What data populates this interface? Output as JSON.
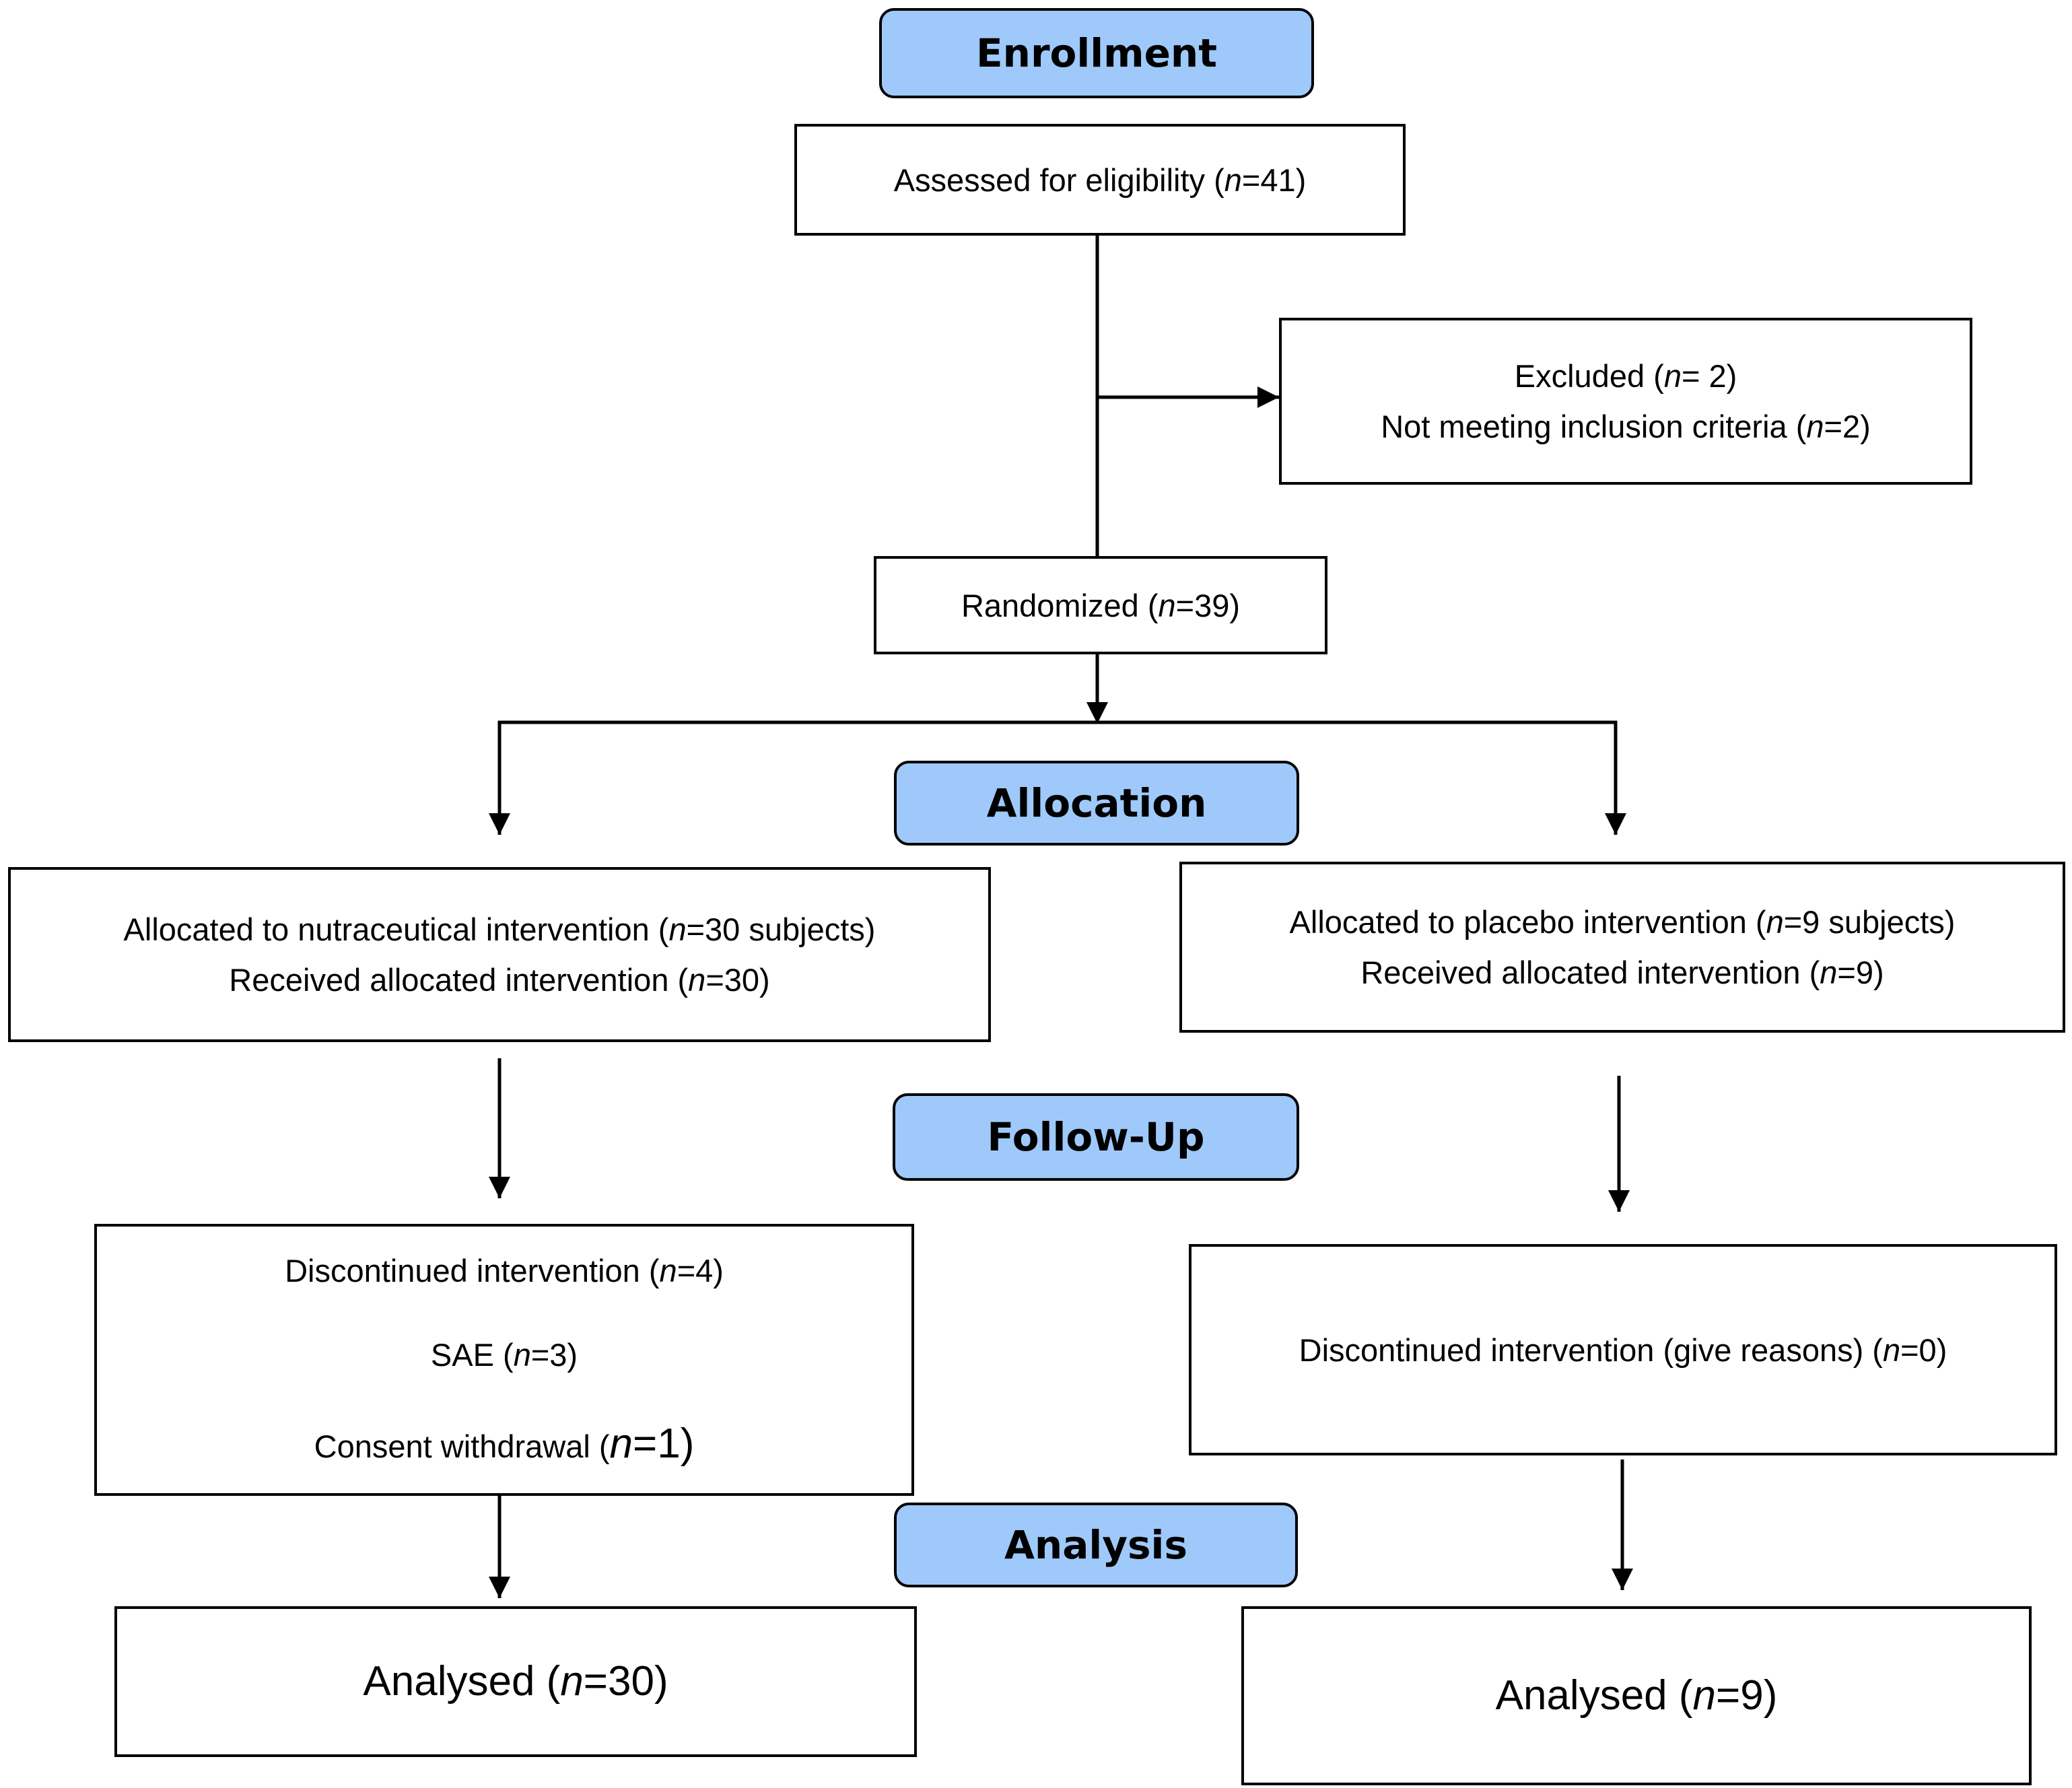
{
  "headers": {
    "enrollment": "Enrollment",
    "allocation": "Allocation",
    "follow_up": "Follow-Up",
    "analysis": "Analysis"
  },
  "assessed": {
    "label": "Assessed for eligibility (",
    "n": "n",
    "value": "=41)"
  },
  "excluded": {
    "line1": {
      "label": "Excluded  (",
      "n": "n",
      "value": "= 2)"
    },
    "line2": {
      "label": "Not meeting inclusion criteria (",
      "n": "n",
      "value": "=2)"
    }
  },
  "randomized": {
    "label": "Randomized (",
    "n": "n",
    "value": "=39)"
  },
  "nutraceutical_arm": {
    "allocated": {
      "label": "Allocated to nutraceutical intervention  (",
      "n": "n",
      "value": "=30 subjects)"
    },
    "received": {
      "label": "Received allocated intervention  (",
      "n": "n",
      "value": "=30)"
    },
    "discontinued": {
      "label": "Discontinued intervention  (",
      "n": "n",
      "value": "=4)"
    },
    "sae": {
      "label": "SAE (",
      "n": "n",
      "value": "=3)"
    },
    "consent": {
      "label": "Consent withdrawal  (",
      "n": "n",
      "value": "=1)"
    },
    "analysed": {
      "label": "Analysed  (",
      "n": "n",
      "value": "=30)"
    }
  },
  "placebo_arm": {
    "allocated": {
      "label": "Allocated to placebo intervention  (",
      "n": "n",
      "value": "=9 subjects)"
    },
    "received": {
      "label": "Received allocated intervention  (",
      "n": "n",
      "value": "=9)"
    },
    "discontinued": {
      "label": "Discontinued intervention  (give reasons) (",
      "n": "n",
      "value": "=0)"
    },
    "analysed": {
      "label": "Analysed  (",
      "n": "n",
      "value": "=9)"
    }
  },
  "colors": {
    "header_fill": "#9fc9fa",
    "line": "#000000",
    "box_fill": "#ffffff"
  }
}
